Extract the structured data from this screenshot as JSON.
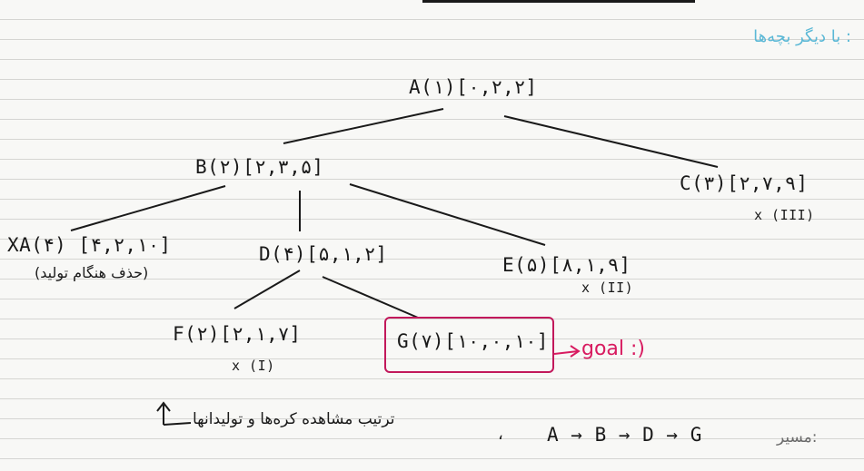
{
  "header": {
    "title": "با دیگر بچه‌ها :"
  },
  "nodes": {
    "A": {
      "label": "A(۱)[۰,۲,۲]"
    },
    "B": {
      "label": "B(۲)[۲,۳,۵]"
    },
    "C": {
      "label": "C(۳)[۲,۷,۹]",
      "mark": "x (III)"
    },
    "XA": {
      "label": "XA(۴) [۴,۲,۱۰]",
      "note": "(حذف هنگام تولید)"
    },
    "D": {
      "label": "D(۴)[۵,۱,۲]"
    },
    "E": {
      "label": "E(۵)[۸,۱,۹]",
      "mark": "x (II)"
    },
    "F": {
      "label": "F(۲)[۲,۱,۷]",
      "mark": "x (I)"
    },
    "G": {
      "label": "G(۷)[۱۰,۰,۱۰]"
    }
  },
  "goal_label": "goal :)",
  "footer": {
    "order_note": "ترتیب مشاهده کره‌ها و تولیدانها",
    "path_label": "مسیر:",
    "separator": "،",
    "path": "A → B → D → G"
  },
  "colors": {
    "ink": "#1a1a1a",
    "goal": "#d81b60",
    "header": "#5bb8d6"
  }
}
